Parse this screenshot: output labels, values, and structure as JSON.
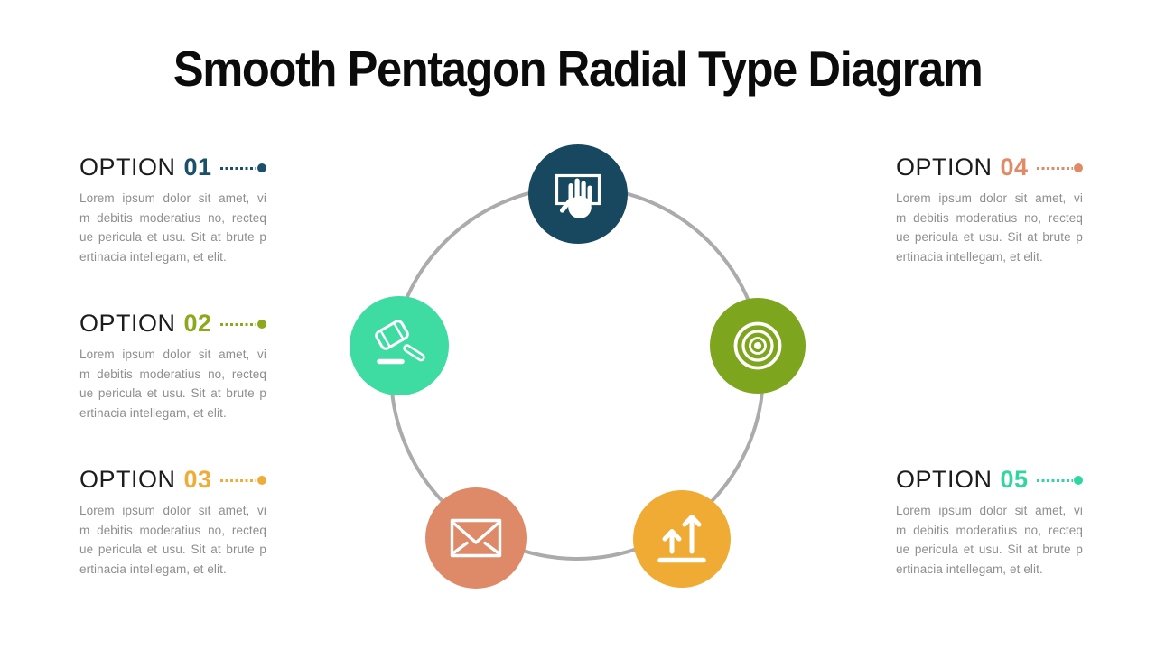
{
  "title": "Smooth Pentagon Radial Type Diagram",
  "options": [
    {
      "label": "OPTION",
      "number": "01",
      "accent_color": "#1B506B",
      "body_lines": [
        "Lorem ipsum dolor sit amet, vi",
        "m debitis moderatius no, recteq",
        "ue pericula et usu. Sit at brute p",
        "ertinacia intellegam, et elit."
      ]
    },
    {
      "label": "OPTION",
      "number": "02",
      "accent_color": "#8CA81C",
      "body_lines": [
        "Lorem ipsum dolor sit amet, vi",
        "m debitis moderatius no, recteq",
        "ue pericula et usu. Sit at brute p",
        "ertinacia intellegam, et elit."
      ]
    },
    {
      "label": "OPTION",
      "number": "03",
      "accent_color": "#F0AC38",
      "body_lines": [
        "Lorem ipsum dolor sit amet, vi",
        "m debitis moderatius no, recteq",
        "ue pericula et usu. Sit at brute p",
        "ertinacia intellegam, et elit."
      ]
    },
    {
      "label": "OPTION",
      "number": "04",
      "accent_color": "#E08B66",
      "body_lines": [
        "Lorem ipsum dolor sit amet, vi",
        "m debitis moderatius no, recteq",
        "ue pericula et usu. Sit at brute p",
        "ertinacia intellegam, et elit."
      ]
    },
    {
      "label": "OPTION",
      "number": "05",
      "accent_color": "#2FD6A0",
      "body_lines": [
        "Lorem ipsum dolor sit amet, vi",
        "m debitis moderatius no, recteq",
        "ue pericula et usu. Sit at brute p",
        "ertinacia intellegam, et elit."
      ]
    }
  ],
  "diagram": {
    "ring_color": "#ABABAB",
    "icon_color": "#FFFFFF",
    "nodes": [
      {
        "icon": "hand-stop-board",
        "position": "top",
        "color": "#17485F"
      },
      {
        "icon": "gavel",
        "position": "left",
        "color": "#3EDCA3"
      },
      {
        "icon": "target",
        "position": "right",
        "color": "#7EA51E"
      },
      {
        "icon": "envelope",
        "position": "bottom-left",
        "color": "#DE8A68"
      },
      {
        "icon": "upload-arrows",
        "position": "bottom-right",
        "color": "#EFAB33"
      }
    ]
  }
}
